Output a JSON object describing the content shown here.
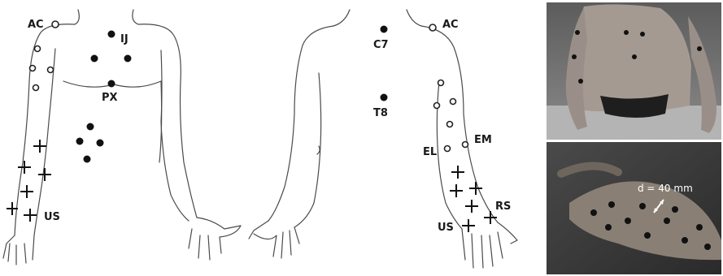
{
  "labels": {
    "front_ac": "AC",
    "ij": "IJ",
    "px": "PX",
    "front_us": "US",
    "c7": "C7",
    "t8": "T8",
    "back_ac": "AC",
    "em": "EM",
    "el": "EL",
    "rs": "RS",
    "back_us": "US"
  },
  "photo": {
    "distance_label": "d = 40 mm"
  }
}
